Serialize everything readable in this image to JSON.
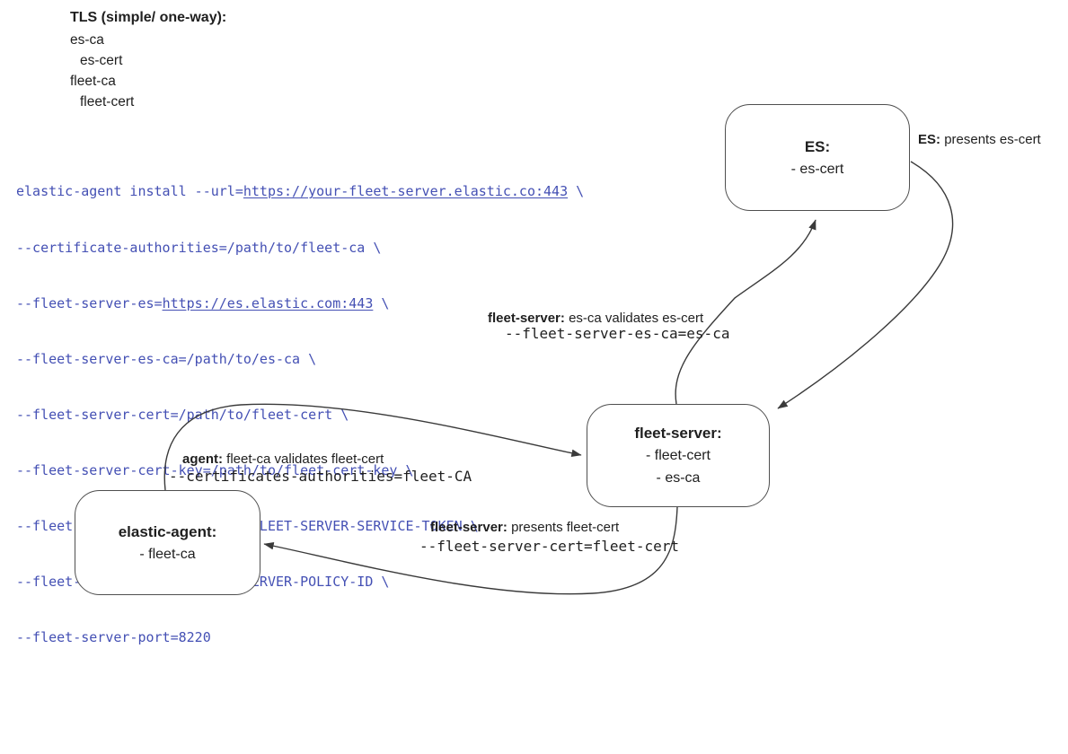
{
  "colors": {
    "background": "#ffffff",
    "code_text": "#4450b4",
    "diagram_line": "#3a3a3a",
    "box_border": "#4f4f4f",
    "text": "#1f1f1f"
  },
  "legend": {
    "heading": "TLS (simple/ one-way):",
    "items": [
      {
        "text": "es-ca",
        "indent": false
      },
      {
        "text": "es-cert",
        "indent": true
      },
      {
        "text": "fleet-ca",
        "indent": false
      },
      {
        "text": "fleet-cert",
        "indent": true
      }
    ]
  },
  "code": {
    "lines": [
      {
        "pre": "elastic-agent install --url=",
        "link": "https://your-fleet-server.elastic.co:443",
        "post": " \\"
      },
      {
        "pre": "--certificate-authorities=/path/to/fleet-ca \\",
        "link": "",
        "post": ""
      },
      {
        "pre": "--fleet-server-es=",
        "link": "https://es.elastic.com:443",
        "post": " \\"
      },
      {
        "pre": "--fleet-server-es-ca=/path/to/es-ca \\",
        "link": "",
        "post": ""
      },
      {
        "pre": "--fleet-server-cert=/path/to/fleet-cert \\",
        "link": "",
        "post": ""
      },
      {
        "pre": "--fleet-server-cert-key=/path/to/fleet-cert-key \\",
        "link": "",
        "post": ""
      },
      {
        "pre": "--fleet-server-service-token=FLEET-SERVER-SERVICE-TOKEN \\",
        "link": "",
        "post": ""
      },
      {
        "pre": "--fleet-server-policy=FLEET-SERVER-POLICY-ID \\",
        "link": "",
        "post": ""
      },
      {
        "pre": "--fleet-server-port=8220",
        "link": "",
        "post": ""
      }
    ]
  },
  "nodes": {
    "es": {
      "title": "ES:",
      "line1": "- es-cert"
    },
    "fleet_server": {
      "title": "fleet-server:",
      "line1": "- fleet-cert",
      "line2": "- es-ca"
    },
    "elastic_agent": {
      "title": "elastic-agent:",
      "line1": "- fleet-ca"
    }
  },
  "labels": {
    "es_presents": {
      "bold": "ES:",
      "text": "presents es-cert"
    },
    "fleet_validates": {
      "bold": "fleet-server:",
      "text": "es-ca validates es-cert",
      "mono": "--fleet-server-es-ca=es-ca"
    },
    "agent_validates": {
      "bold": "agent:",
      "text": "fleet-ca validates fleet-cert",
      "mono": "--certificates-authorities=fleet-CA"
    },
    "fleet_presents": {
      "bold": "fleet-server:",
      "text": "presents fleet-cert",
      "mono": "--fleet-server-cert=fleet-cert"
    }
  }
}
